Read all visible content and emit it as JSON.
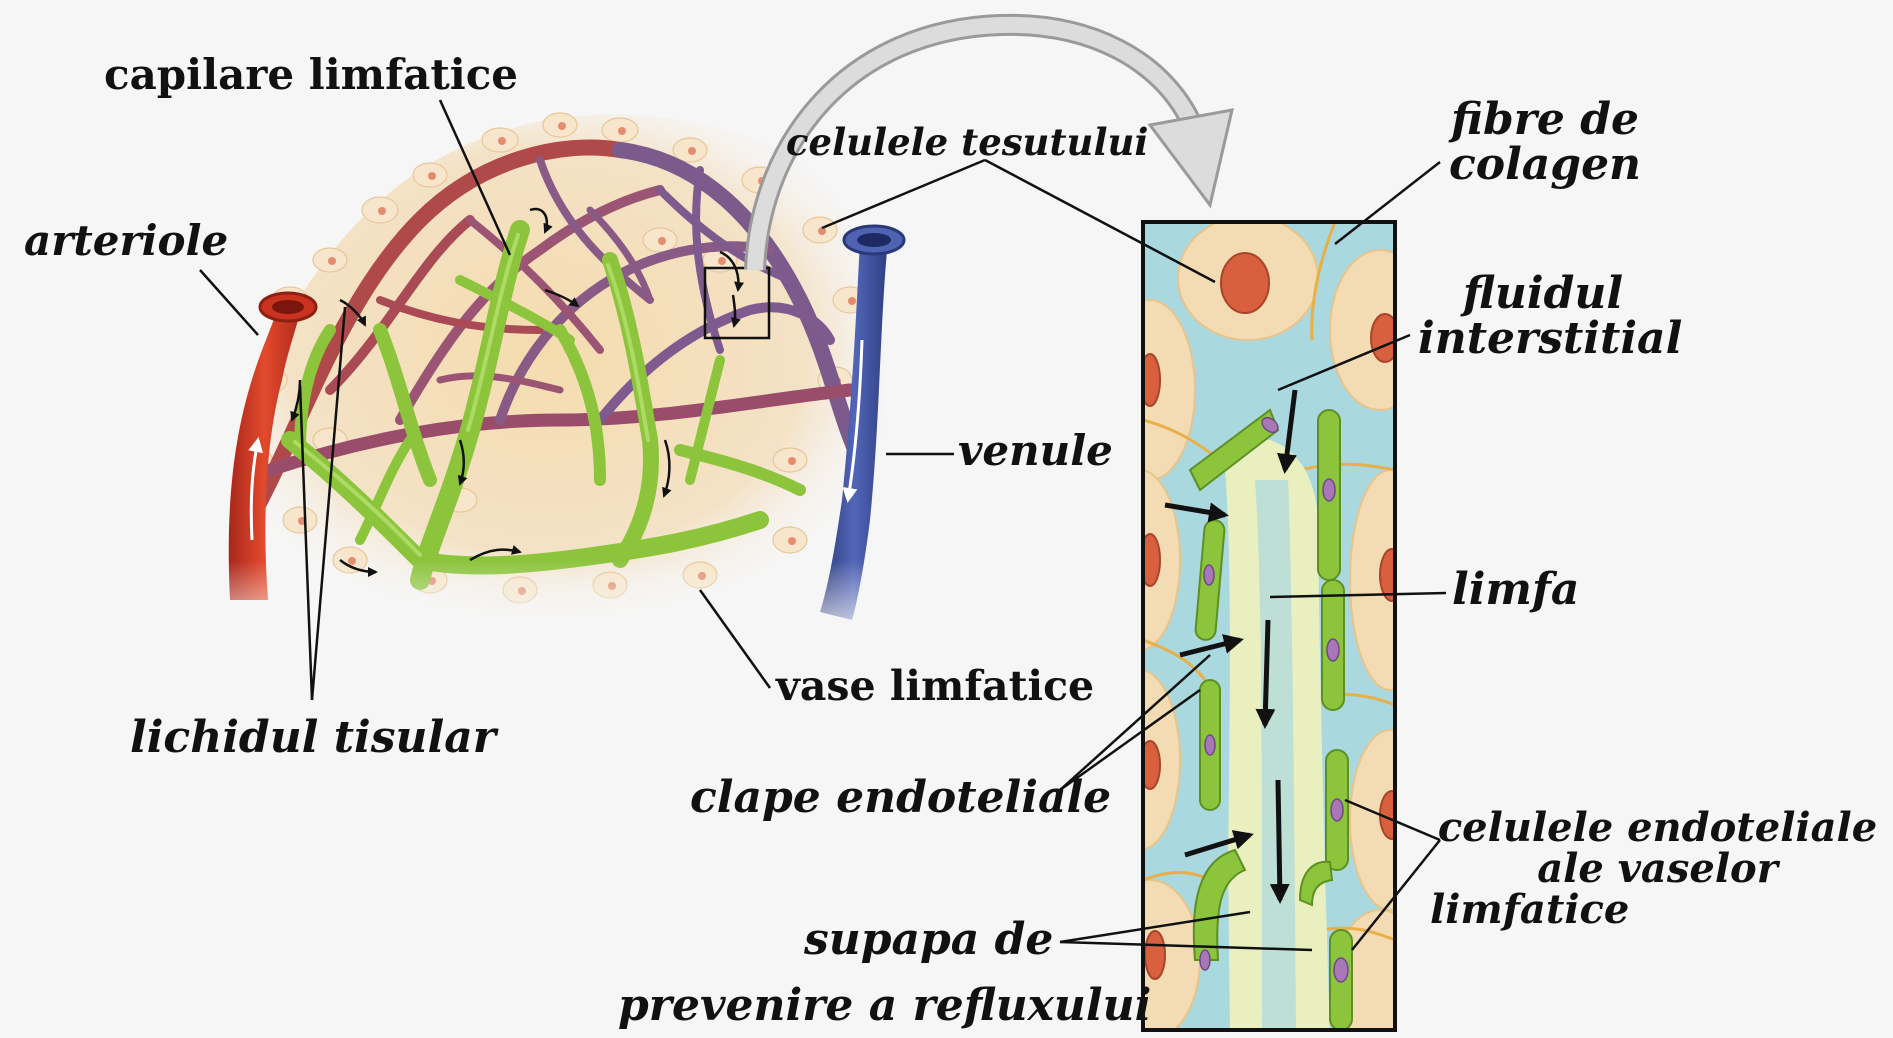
{
  "labels": {
    "capilare_limfatice": "capilare limfatice",
    "celulele_tesutului": "celulele tesutului",
    "arteriole": "arteriole",
    "venule": "venule",
    "vase_limfatice": "vase limfatice",
    "lichidul_tisular": "lichidul tisular",
    "fibre_de_colagen": [
      "fibre de",
      "colagen"
    ],
    "fluidul_interstitial": [
      "fluidul",
      "interstitial"
    ],
    "limfa": "limfa",
    "clape_endoteliale": "clape endoteliale",
    "celulele_endoteliale": [
      "celulele endoteliale",
      "ale vaselor",
      "limfatice"
    ],
    "supapa": [
      "supapa de",
      "prevenire a refluxului"
    ]
  },
  "colors": {
    "background": "#f6f6f6",
    "tissue": "#f3dcb4",
    "cell_nucleus": "#e0785a",
    "artery": "#d23a22",
    "capillary": "#8a4d78",
    "vein": "#3c4f9a",
    "lymph": "#8cc43c",
    "interstitial_fluid": "#a9d8de",
    "endothelial_nucleus": "#a777b8",
    "leader_line": "#111111"
  }
}
